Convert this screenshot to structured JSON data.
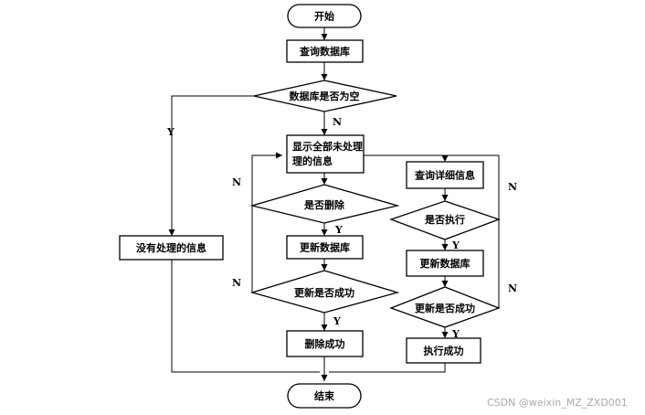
{
  "nodes": {
    "start": "开始",
    "query_db": "查询数据库",
    "db_empty": "数据库是否为空",
    "show_all": "显示全部未处理\n理的信息",
    "no_info": "没有处理的信息",
    "is_delete": "是否删除",
    "update_db_left": "更新数据库",
    "update_ok_left": "更新是否成功",
    "delete_ok": "删除成功",
    "query_detail": "查询详细信息",
    "is_execute": "是否执行",
    "update_db_right": "更新数据库",
    "update_ok_right": "更新是否成功",
    "execute_ok": "执行成功",
    "end": "结束"
  },
  "edges": [
    {
      "from": "start",
      "to": "query_db",
      "label": ""
    },
    {
      "from": "query_db",
      "to": "db_empty",
      "label": ""
    },
    {
      "from": "db_empty",
      "to": "no_info",
      "label": "Y"
    },
    {
      "from": "db_empty",
      "to": "show_all",
      "label": "N"
    },
    {
      "from": "show_all",
      "to": "is_delete",
      "label": ""
    },
    {
      "from": "is_delete",
      "to": "update_db_left",
      "label": "Y"
    },
    {
      "from": "is_delete",
      "to": "show_all",
      "label": "N"
    },
    {
      "from": "update_db_left",
      "to": "update_ok_left",
      "label": ""
    },
    {
      "from": "update_ok_left",
      "to": "delete_ok",
      "label": "Y"
    },
    {
      "from": "update_ok_left",
      "to": "show_all",
      "label": "N"
    },
    {
      "from": "show_all",
      "to": "query_detail",
      "label": ""
    },
    {
      "from": "query_detail",
      "to": "is_execute",
      "label": ""
    },
    {
      "from": "is_execute",
      "to": "update_db_right",
      "label": "Y"
    },
    {
      "from": "is_execute",
      "to": "query_detail",
      "label": "N"
    },
    {
      "from": "update_db_right",
      "to": "update_ok_right",
      "label": ""
    },
    {
      "from": "update_ok_right",
      "to": "execute_ok",
      "label": "Y"
    },
    {
      "from": "update_ok_right",
      "to": "query_detail",
      "label": "N"
    },
    {
      "from": "no_info",
      "to": "end",
      "label": ""
    },
    {
      "from": "delete_ok",
      "to": "end",
      "label": ""
    },
    {
      "from": "execute_ok",
      "to": "end",
      "label": ""
    }
  ],
  "watermark": "CSDN @weixin_MZ_ZXD001",
  "colors": {
    "line": "#000000",
    "fill": "#ffffff",
    "watermark": "#a9a9a9"
  }
}
